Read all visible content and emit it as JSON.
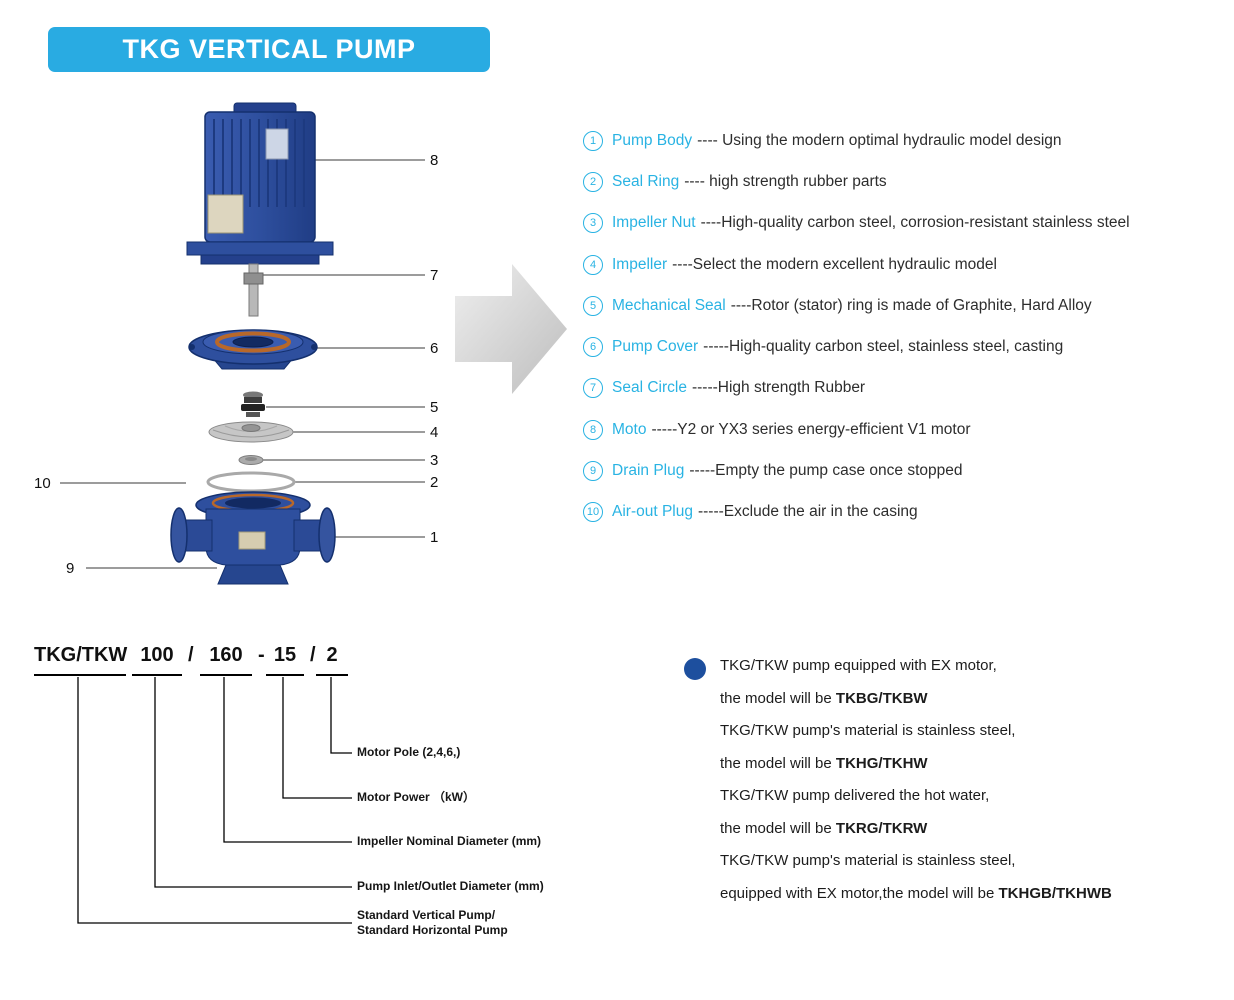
{
  "header": {
    "title": "TKG VERTICAL PUMP",
    "banner_color": "#29abe2"
  },
  "colors": {
    "accent_cyan": "#29b3e3",
    "pump_blue": "#2e4f9e",
    "bullet_blue": "#1d4f9e"
  },
  "diagram": {
    "callouts": {
      "motor": "8",
      "seal_circle": "7",
      "pump_cover": "6",
      "mechanical_seal": "5",
      "impeller": "4",
      "impeller_nut": "3",
      "seal_ring": "2",
      "pump_body": "1",
      "air_out_plug": "10",
      "drain_plug": "9"
    }
  },
  "parts": [
    {
      "num": "1",
      "name": "Pump Body",
      "desc": "---- Using the modern optimal hydraulic model design"
    },
    {
      "num": "2",
      "name": "Seal Ring",
      "desc": "---- high strength rubber parts"
    },
    {
      "num": "3",
      "name": "Impeller Nut",
      "desc": "----High-quality carbon steel, corrosion-resistant stainless steel"
    },
    {
      "num": "4",
      "name": "Impeller",
      "desc": "----Select the modern excellent hydraulic model"
    },
    {
      "num": "5",
      "name": "Mechanical Seal",
      "desc": "----Rotor (stator) ring is made of Graphite, Hard Alloy"
    },
    {
      "num": "6",
      "name": "Pump Cover",
      "desc": "-----High-quality carbon steel, stainless steel, casting"
    },
    {
      "num": "7",
      "name": "Seal Circle",
      "desc": "-----High strength Rubber"
    },
    {
      "num": "8",
      "name": "Moto",
      "desc": "-----Y2 or YX3 series energy-efficient V1 motor"
    },
    {
      "num": "9",
      "name": "Drain Plug",
      "desc": "-----Empty the pump case once stopped"
    },
    {
      "num": "10",
      "name": "Air-out Plug",
      "desc": "-----Exclude the air in the casing"
    }
  ],
  "model_code": {
    "series": "TKG/TKW",
    "inlet_outlet": "100",
    "sep1": "/",
    "impeller_dia": "160",
    "sep2": "-",
    "motor_power": "15",
    "sep3": "/",
    "motor_pole": "2"
  },
  "model_labels": {
    "motor_pole": "Motor Pole (2,4,6,)",
    "motor_power": "Motor Power （kW）",
    "impeller_dia": "Impeller Nominal Diameter (mm)",
    "inlet_outlet": "Pump Inlet/Outlet Diameter (mm)",
    "series_line1": "Standard Vertical Pump/",
    "series_line2": "Standard Horizontal Pump"
  },
  "notes": [
    {
      "text": "TKG/TKW pump equipped with EX motor,",
      "bold": ""
    },
    {
      "text": "the model will be ",
      "bold": "TKBG/TKBW"
    },
    {
      "text": "TKG/TKW pump's material is stainless steel,",
      "bold": ""
    },
    {
      "text": "the model will be ",
      "bold": "TKHG/TKHW"
    },
    {
      "text": "TKG/TKW pump delivered the hot water,",
      "bold": ""
    },
    {
      "text": "the model will be ",
      "bold": "TKRG/TKRW"
    },
    {
      "text": "TKG/TKW pump's material is stainless steel,",
      "bold": ""
    },
    {
      "text": "equipped with EX motor,the model will be ",
      "bold": "TKHGB/TKHWB"
    }
  ]
}
